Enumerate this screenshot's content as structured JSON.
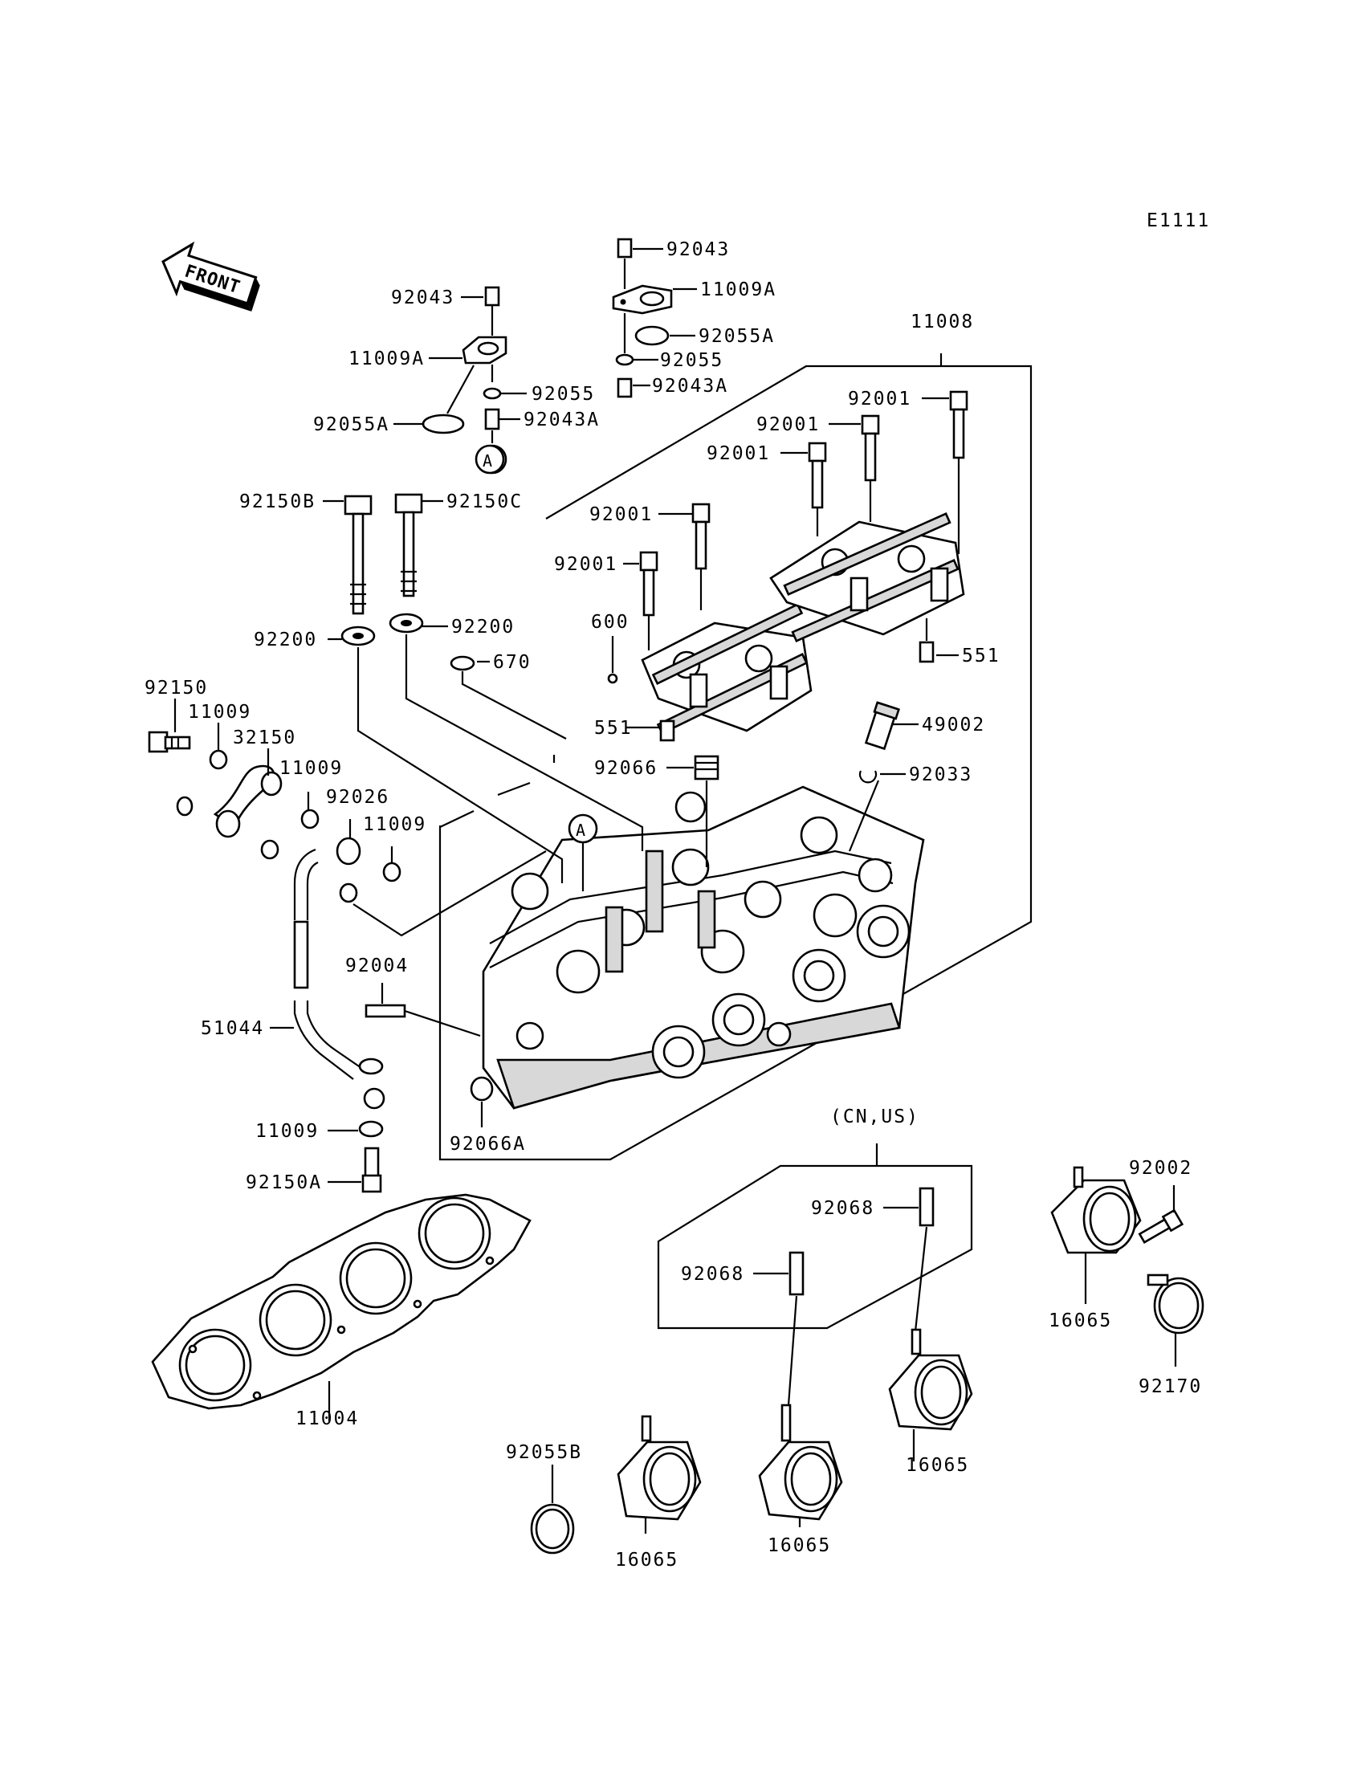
{
  "diagram_code": "E1111",
  "front_label": "FRONT",
  "callout_a": "A",
  "region_note": "(CN,US)",
  "parts": {
    "p92043_left": "92043",
    "p11009A_left": "11009A",
    "p92055_left": "92055",
    "p92055A_left": "92055A",
    "p92043A_left": "92043A",
    "p92043_right": "92043",
    "p11009A_right": "11009A",
    "p92055A_right": "92055A",
    "p92055_right": "92055",
    "p92043A_right": "92043A",
    "p11008": "11008",
    "p92001_a": "92001",
    "p92001_b": "92001",
    "p92001_c": "92001",
    "p92001_d": "92001",
    "p92001_e": "92001",
    "p600": "600",
    "p551_a": "551",
    "p551_b": "551",
    "p92150B": "92150B",
    "p92150C": "92150C",
    "p92200_left": "92200",
    "p92200_right": "92200",
    "p670": "670",
    "p49002": "49002",
    "p92066": "92066",
    "p92033": "92033",
    "p92150": "92150",
    "p11009_a": "11009",
    "p32150": "32150",
    "p11009_b": "11009",
    "p92026": "92026",
    "p11009_c": "11009",
    "p92004": "92004",
    "p51044": "51044",
    "p11009_d": "11009",
    "p92150A": "92150A",
    "p92066A": "92066A",
    "p11004": "11004",
    "p92068_a": "92068",
    "p92068_b": "92068",
    "p92002": "92002",
    "p16065_a": "16065",
    "p16065_b": "16065",
    "p16065_c": "16065",
    "p16065_d": "16065",
    "p92170": "92170",
    "p92055B": "92055B"
  }
}
